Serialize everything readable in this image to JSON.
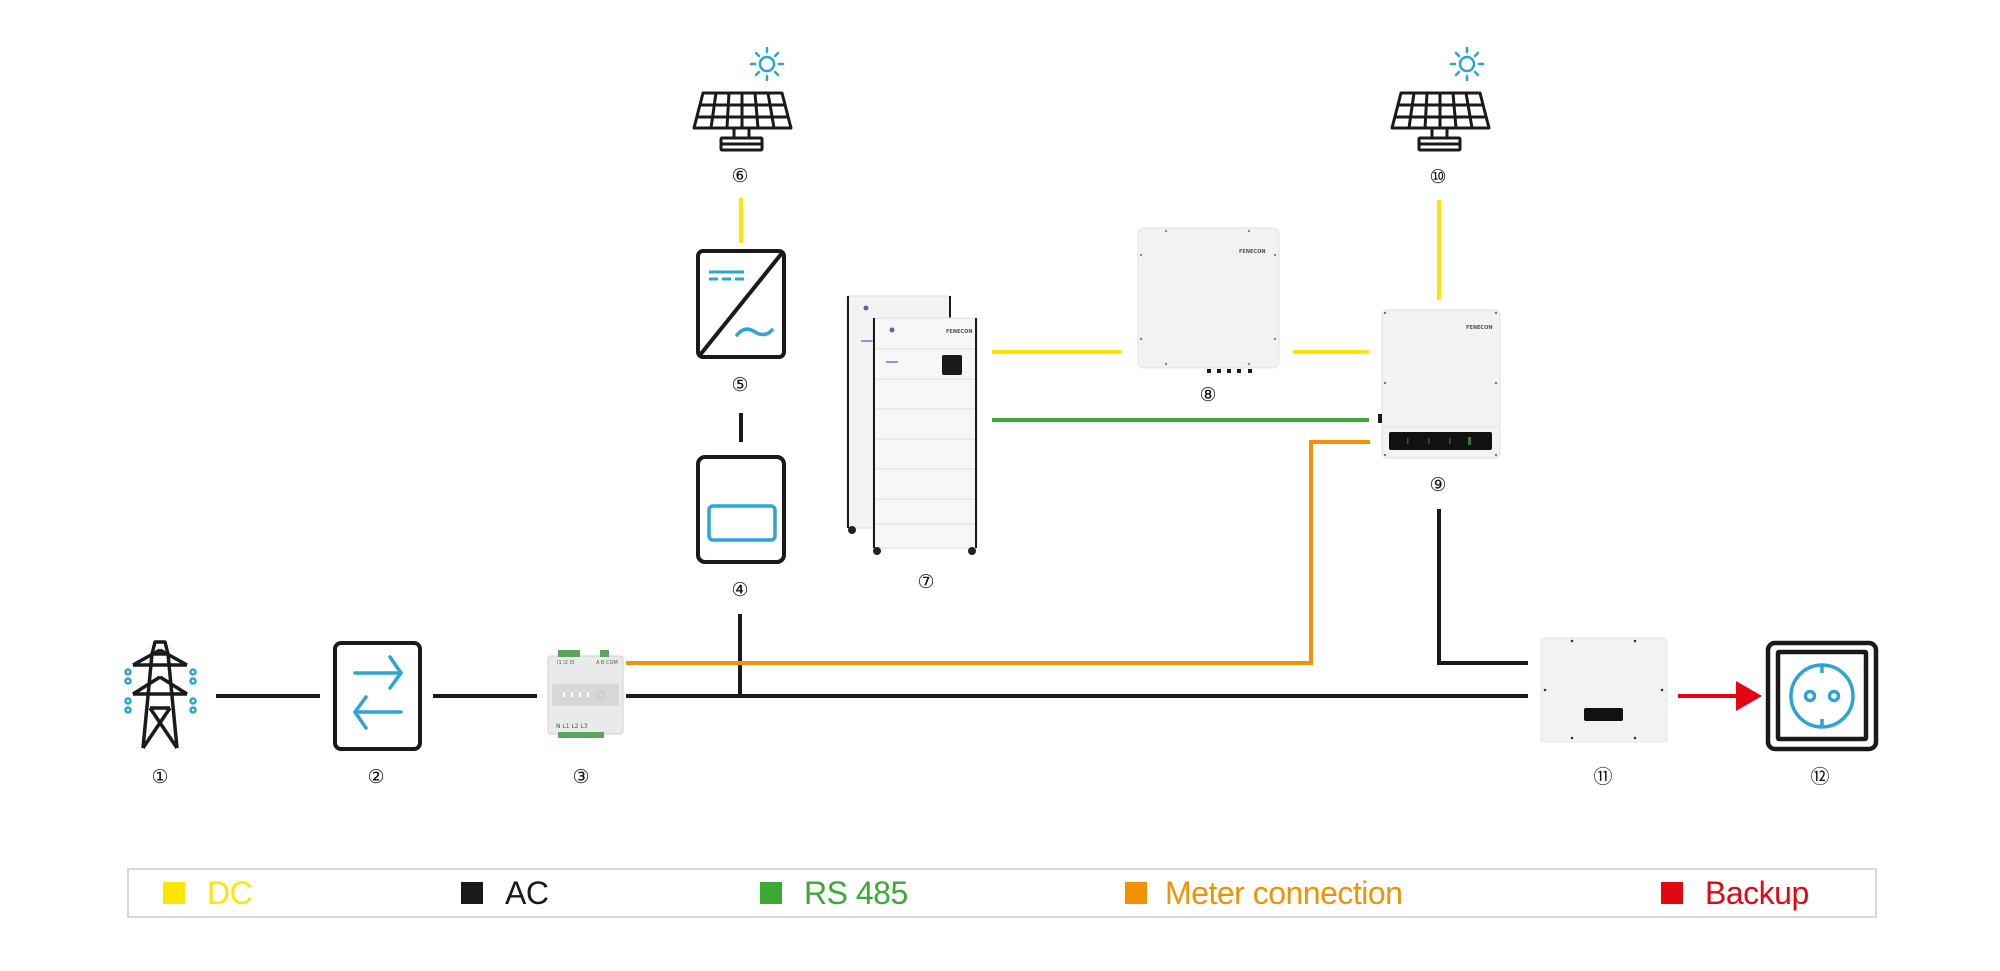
{
  "diagram": {
    "title": "Energy system connection diagram",
    "components": [
      {
        "id": 1,
        "label": "①",
        "type": "grid-pylon"
      },
      {
        "id": 2,
        "label": "②",
        "type": "bidirectional-meter"
      },
      {
        "id": 3,
        "label": "③",
        "type": "energy-meter",
        "terminals_top": "I1 I2 I3",
        "terminals_comm": "A B COM",
        "terminals_bottom": "N L1 L2 L3"
      },
      {
        "id": 4,
        "label": "④",
        "type": "meter-box"
      },
      {
        "id": 5,
        "label": "⑤",
        "type": "pv-inverter-dc-ac"
      },
      {
        "id": 6,
        "label": "⑥",
        "type": "solar-panel"
      },
      {
        "id": 7,
        "label": "⑦",
        "type": "battery-stack",
        "brand": "FENECON"
      },
      {
        "id": 8,
        "label": "⑧",
        "type": "dc-unit",
        "brand": "FENECON"
      },
      {
        "id": 9,
        "label": "⑨",
        "type": "hybrid-inverter",
        "brand": "FENECON"
      },
      {
        "id": 10,
        "label": "⑩",
        "type": "solar-panel"
      },
      {
        "id": 11,
        "label": "⑪",
        "type": "backup-box"
      },
      {
        "id": 12,
        "label": "⑫",
        "type": "power-socket"
      }
    ],
    "connections": [
      {
        "from": 1,
        "to": 2,
        "kind": "AC"
      },
      {
        "from": 2,
        "to": 3,
        "kind": "AC"
      },
      {
        "from": 3,
        "to": 11,
        "kind": "AC"
      },
      {
        "from": 4,
        "to": "AC bus",
        "kind": "AC"
      },
      {
        "from": 5,
        "to": 4,
        "kind": "AC"
      },
      {
        "from": 6,
        "to": 5,
        "kind": "DC"
      },
      {
        "from": 7,
        "to": 8,
        "kind": "DC"
      },
      {
        "from": 8,
        "to": 9,
        "kind": "DC"
      },
      {
        "from": 10,
        "to": 9,
        "kind": "DC"
      },
      {
        "from": 7,
        "to": 9,
        "kind": "RS 485"
      },
      {
        "from": 3,
        "to": 9,
        "kind": "Meter connection"
      },
      {
        "from": 9,
        "to": 11,
        "kind": "AC"
      },
      {
        "from": 11,
        "to": 12,
        "kind": "Backup"
      }
    ]
  },
  "colors": {
    "dc": "#ffe600",
    "ac": "#1a1a1a",
    "rs485": "#3aaa35",
    "meter": "#f39200",
    "backup": "#e30613",
    "icon_blue": "#2ea3d6"
  },
  "legend": {
    "items": [
      {
        "label": "DC",
        "color": "#ffe600"
      },
      {
        "label": "AC",
        "color": "#1a1a1a"
      },
      {
        "label": "RS 485",
        "color": "#3aaa35"
      },
      {
        "label": "Meter connection",
        "color": "#f39200"
      },
      {
        "label": "Backup",
        "color": "#e30613"
      }
    ]
  }
}
